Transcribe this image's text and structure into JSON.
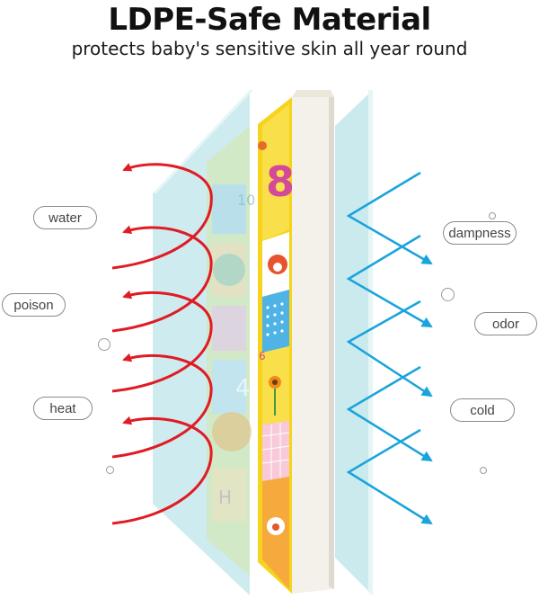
{
  "header": {
    "title": "LDPE-Safe Material",
    "subtitle": "protects baby's sensitive skin all year round"
  },
  "labels": {
    "water": "water",
    "poison": "poison",
    "heat": "heat",
    "dampness": "dampness",
    "odor": "odor",
    "cold": "cold"
  },
  "mat_prints": {
    "number_front": "8",
    "number_back": "4",
    "number_small": "10",
    "number_tiny": "6",
    "letter_h": "H"
  },
  "colors": {
    "outside_arrows": "#e01b24",
    "inside_arrows": "#1aa3dc",
    "glass": "#bfe6ea",
    "foam": "#f3f1ea",
    "mat_yellow": "#f6d31c"
  }
}
